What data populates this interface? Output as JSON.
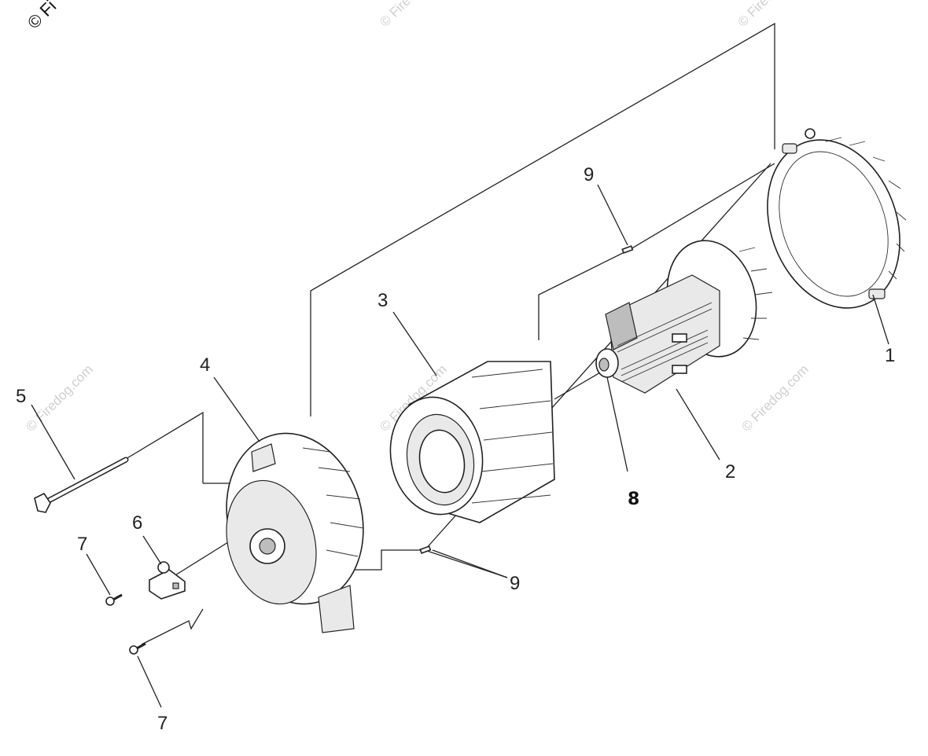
{
  "watermark": {
    "corner_text": "© Fi",
    "site_text": "© Firedog.com"
  },
  "callouts": {
    "c1": "1",
    "c2": "2",
    "c3": "3",
    "c4": "4",
    "c5": "5",
    "c6": "6",
    "c7a": "7",
    "c7b": "7",
    "c8": "8",
    "c9a": "9",
    "c9b": "9"
  }
}
